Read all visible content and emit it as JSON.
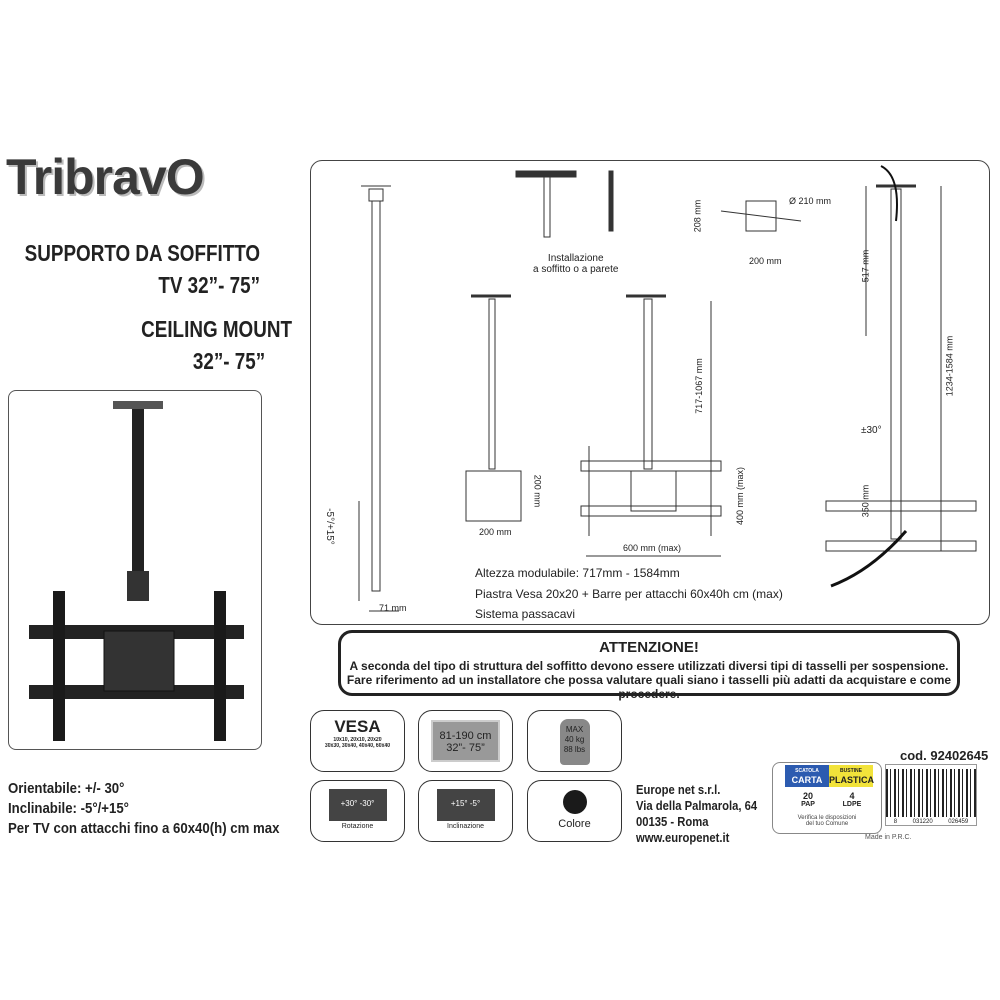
{
  "brand": {
    "logo": "TribravO"
  },
  "titles": {
    "it_line1": "SUPPORTO DA SOFFITTO",
    "it_line2": "TV 32”- 75”",
    "en_line1": "CEILING MOUNT",
    "en_line2": "32”- 75”"
  },
  "features": [
    "Orientabile: +/- 30°",
    "Inclinabile: -5°/+15°",
    "Per TV con attacchi fino a 60x40(h) cm max"
  ],
  "diagram": {
    "labels": {
      "install": "Installazione",
      "install2": "a soffitto o a parete",
      "tilt": "-5°/+15°",
      "d71": "71 mm",
      "d200h": "200 mm",
      "d200w": "200 mm",
      "d717": "717-1067 mm",
      "d400": "400 mm (max)",
      "d600": "600 mm (max)",
      "d208": "208 mm",
      "d210": "Ø 210 mm",
      "d200b": "200 mm",
      "d517": "517 mm",
      "d1234": "1234-1584 mm",
      "rot": "±30°",
      "d350": "350 mm"
    },
    "specs": [
      "Altezza modulabile: 717mm - 1584mm",
      "Piastra Vesa 20x20 + Barre per attacchi 60x40h cm (max)",
      "Sistema passacavi"
    ]
  },
  "attention": {
    "title": "ATTENZIONE!",
    "line1": "A seconda del tipo di struttura del soffitto devono essere utilizzati diversi tipi di tasselli per sospensione.",
    "line2": "Fare riferimento ad un installatore che possa valutare quali siano i tasselli più adatti da acquistare e come procedere."
  },
  "icons": {
    "vesa_title": "VESA",
    "vesa_line1": "10x10, 20x10, 20x20",
    "vesa_line2": "30x30, 30x40, 40x40, 60x40",
    "size_cm": "81-190 cm",
    "size_in": "32”- 75”",
    "max": "MAX",
    "kg": "40 kg",
    "lbs": "88 lbs",
    "rot_val": "+30° -30°",
    "rot_label": "Rotazione",
    "incl_val": "+15° -5°",
    "incl_label": "Inclinazione",
    "color_label": "Colore",
    "color": "#1a1a1a"
  },
  "company": {
    "name": "Europe net s.r.l.",
    "street": "Via della Palmarola, 64",
    "city": "00135 - Roma",
    "web": "www.europenet.it"
  },
  "recycling": {
    "box_top": "SCATOLA",
    "box": "CARTA",
    "box_num": "20",
    "box_code": "PAP",
    "bag_top": "BUSTINE",
    "bag": "PLASTICA",
    "bag_num": "4",
    "bag_code": "LDPE",
    "note1": "Verifica le disposizioni",
    "note2": "del tuo Comune",
    "blue": "#2c5bb0",
    "yellow": "#f2e33a"
  },
  "product": {
    "code": "cod. 92402645",
    "barcode_digits": [
      "8",
      "031220",
      "026459"
    ],
    "origin": "Made in P.R.C."
  }
}
